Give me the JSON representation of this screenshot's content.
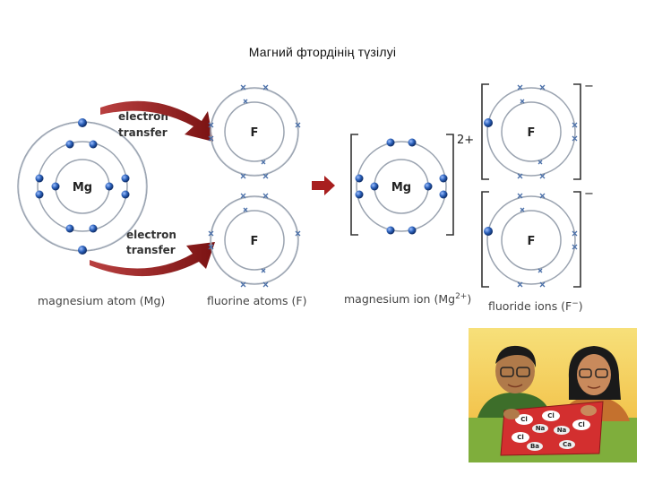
{
  "title": "Магний фтордінің түзілуі",
  "diagram": {
    "mg_symbol": "Mg",
    "f_symbol": "F",
    "electron_transfer_top": [
      "electron",
      "transfer"
    ],
    "electron_transfer_bottom": [
      "electron",
      "transfer"
    ],
    "mg_ion_charge": "2+",
    "f_ion_charge": "−",
    "captions": {
      "mg_atom": "magnesium atom (Mg)",
      "f_atoms": "fluorine atoms (F)",
      "mg_ion_prefix": "magnesium ion (Mg",
      "mg_ion_sup": "2+",
      "mg_ion_suffix": ")",
      "f_ions_prefix": "fluoride ions (F",
      "f_ions_sup": "−",
      "f_ions_suffix": ")"
    }
  },
  "colors": {
    "electron": "#1f4e9c",
    "arrow": "#8b1a1a",
    "orbit": "#9aa3b0",
    "x_mark": "#4a6fa8"
  },
  "cartoon": {
    "description_icon": "students-with-ion-cards-icon",
    "card_labels": [
      "Cl",
      "Cl",
      "Cl",
      "Na",
      "Na",
      "Cl",
      "Ba",
      "Ca"
    ]
  }
}
